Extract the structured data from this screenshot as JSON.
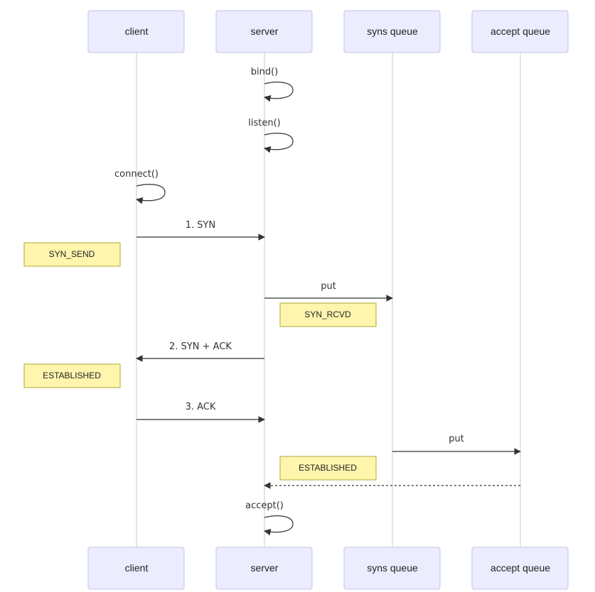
{
  "participants": [
    {
      "id": "client",
      "label": "client"
    },
    {
      "id": "server",
      "label": "server"
    },
    {
      "id": "syns",
      "label": "syns queue"
    },
    {
      "id": "accept",
      "label": "accept queue"
    }
  ],
  "messages": [
    {
      "from": "server",
      "to": "server",
      "label": "bind()",
      "style": "solid"
    },
    {
      "from": "server",
      "to": "server",
      "label": "listen()",
      "style": "solid"
    },
    {
      "from": "client",
      "to": "client",
      "label": "connect()",
      "style": "solid"
    },
    {
      "from": "client",
      "to": "server",
      "label": "1. SYN",
      "style": "solid"
    },
    {
      "from": "server",
      "to": "syns",
      "label": "put",
      "style": "solid"
    },
    {
      "from": "server",
      "to": "client",
      "label": "2. SYN + ACK",
      "style": "solid"
    },
    {
      "from": "client",
      "to": "server",
      "label": "3. ACK",
      "style": "solid"
    },
    {
      "from": "syns",
      "to": "accept",
      "label": "put",
      "style": "solid"
    },
    {
      "from": "accept",
      "to": "server",
      "label": "",
      "style": "dashed"
    },
    {
      "from": "server",
      "to": "server",
      "label": "accept()",
      "style": "solid"
    }
  ],
  "notes": [
    {
      "position": "left of",
      "participant": "client",
      "text": "SYN_SEND"
    },
    {
      "position": "right of",
      "participant": "server",
      "text": "SYN_RCVD"
    },
    {
      "position": "left of",
      "participant": "client",
      "text": "ESTABLISHED"
    },
    {
      "position": "right of",
      "participant": "server",
      "text": "ESTABLISHED"
    }
  ]
}
